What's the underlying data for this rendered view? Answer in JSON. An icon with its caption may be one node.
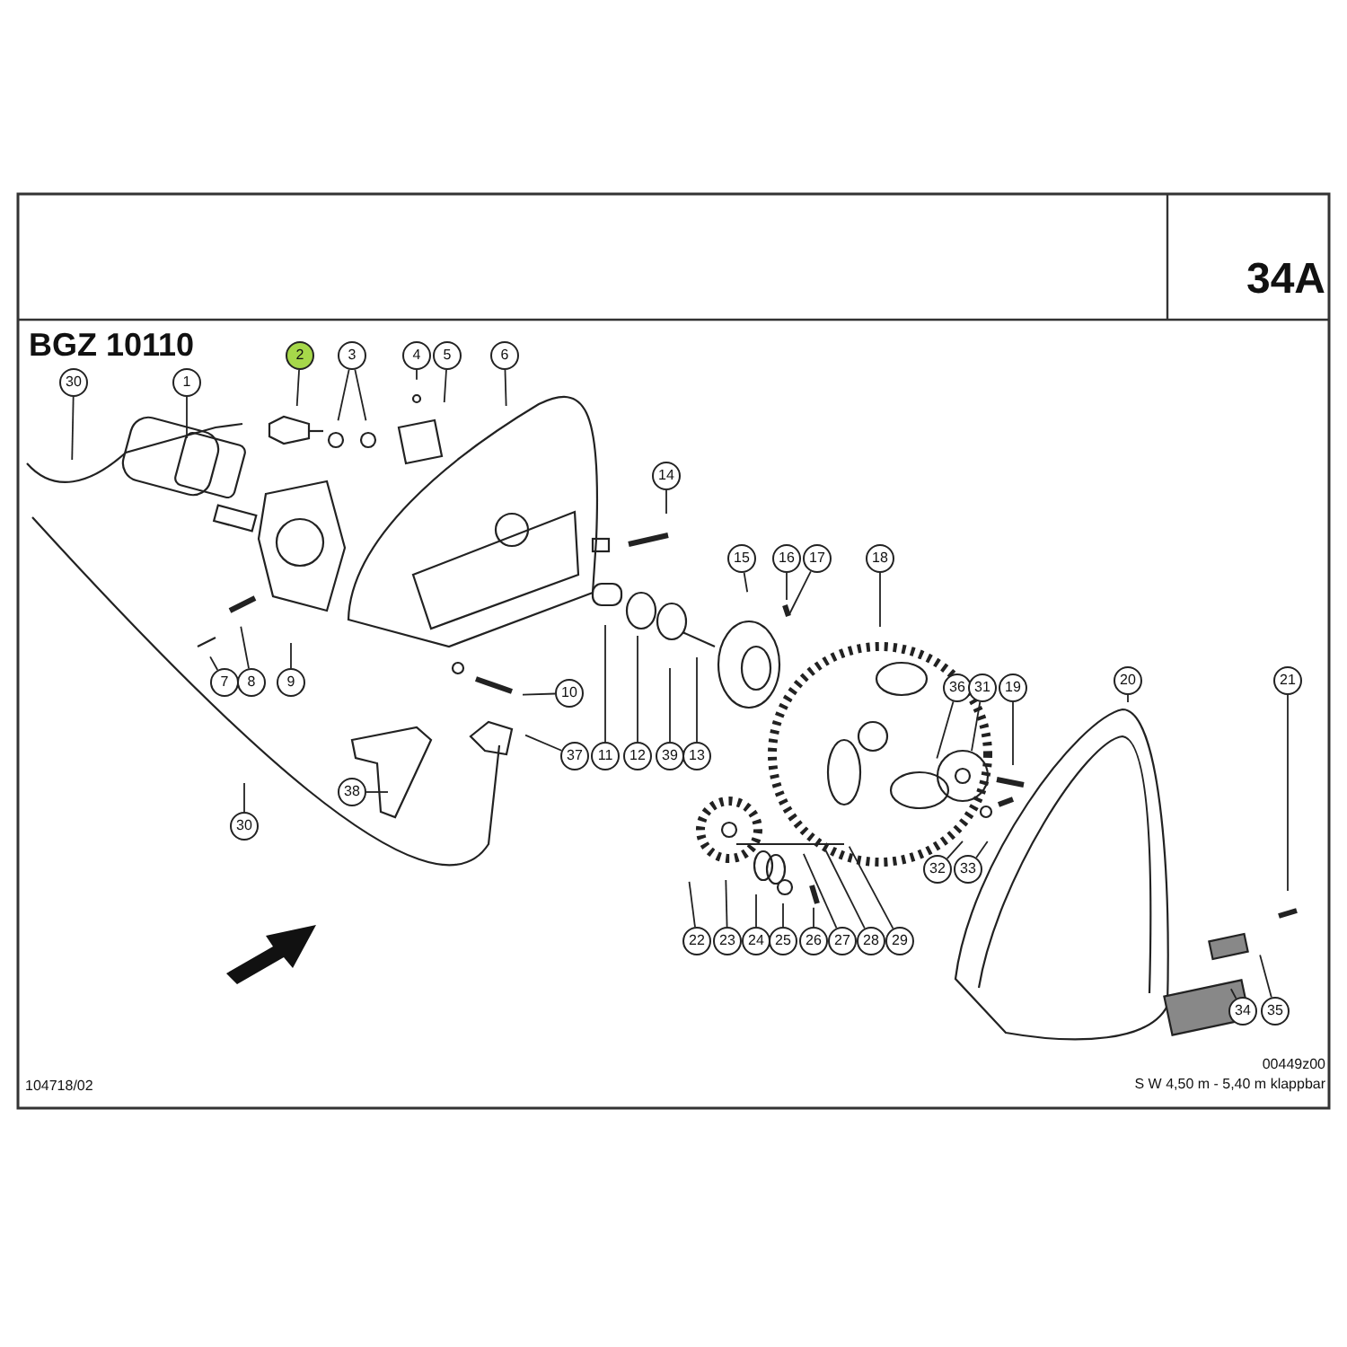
{
  "diagram": {
    "nodes": [
      {
        "text": [
          "2"
        ]
      },
      {
        "text": [
          "3"
        ]
      },
      {
        "text": [
          "4"
        ]
      },
      {
        "text": [
          "5"
        ]
      },
      {
        "text": [
          "6"
        ]
      },
      {
        "text": [
          "30"
        ]
      },
      {
        "text": [
          "1"
        ]
      },
      {
        "text": [
          "14"
        ]
      },
      {
        "text": [
          "15"
        ]
      },
      {
        "text": [
          "16"
        ]
      },
      {
        "text": [
          "17"
        ]
      },
      {
        "text": [
          "18"
        ]
      },
      {
        "text": [
          "7"
        ]
      },
      {
        "text": [
          "8"
        ]
      },
      {
        "text": [
          "9"
        ]
      },
      {
        "text": [
          "20"
        ]
      },
      {
        "text": [
          "21"
        ]
      },
      {
        "text": [
          "10"
        ]
      },
      {
        "text": [
          "36"
        ]
      },
      {
        "text": [
          "31"
        ]
      },
      {
        "text": [
          "19"
        ]
      },
      {
        "text": [
          "37"
        ]
      },
      {
        "text": [
          "11"
        ]
      },
      {
        "text": [
          "12"
        ]
      },
      {
        "text": [
          "39"
        ]
      },
      {
        "text": [
          "13"
        ]
      },
      {
        "text": [
          "38"
        ]
      },
      {
        "text": [
          "30"
        ]
      },
      {
        "text": [
          "32"
        ]
      },
      {
        "text": [
          "33"
        ]
      },
      {
        "text": [
          "22"
        ]
      },
      {
        "text": [
          "23"
        ]
      },
      {
        "text": [
          "24"
        ]
      },
      {
        "text": [
          "25"
        ]
      },
      {
        "text": [
          "26"
        ]
      },
      {
        "text": [
          "27"
        ]
      },
      {
        "text": [
          "28"
        ]
      },
      {
        "text": [
          "29"
        ]
      },
      {
        "text": [
          "34"
        ]
      },
      {
        "text": [
          "35"
        ]
      }
    ],
    "edges": [
      {
        "from": 0,
        "to": null,
        "arrow": "none"
      },
      {
        "from": 1,
        "to": null,
        "arrow": "none"
      },
      {
        "from": 1,
        "to": null,
        "arrow": "none"
      },
      {
        "from": 2,
        "to": null,
        "arrow": "none"
      },
      {
        "from": 3,
        "to": null,
        "arrow": "none"
      },
      {
        "from": 4,
        "to": null,
        "arrow": "none"
      },
      {
        "from": 5,
        "to": null,
        "arrow": "none"
      },
      {
        "from": 6,
        "to": null,
        "arrow": "none"
      },
      {
        "from": 7,
        "to": null,
        "arrow": "none"
      },
      {
        "from": 8,
        "to": null,
        "arrow": "none"
      },
      {
        "from": 9,
        "to": null,
        "arrow": "none"
      },
      {
        "from": 10,
        "to": null,
        "arrow": "none"
      },
      {
        "from": 11,
        "to": null,
        "arrow": "none"
      },
      {
        "from": 12,
        "to": null,
        "arrow": "none"
      },
      {
        "from": 13,
        "to": null,
        "arrow": "none"
      },
      {
        "from": 14,
        "to": null,
        "arrow": "none"
      },
      {
        "from": 15,
        "to": null,
        "arrow": "none"
      },
      {
        "from": 16,
        "to": null,
        "arrow": "none"
      },
      {
        "from": 17,
        "to": null,
        "arrow": "none"
      },
      {
        "from": 18,
        "to": null,
        "arrow": "none"
      },
      {
        "from": 19,
        "to": null,
        "arrow": "none"
      },
      {
        "from": 20,
        "to": null,
        "arrow": "none"
      },
      {
        "from": 21,
        "to": null,
        "arrow": "none"
      },
      {
        "from": 22,
        "to": null,
        "arrow": "none"
      },
      {
        "from": 23,
        "to": null,
        "arrow": "none"
      },
      {
        "from": 24,
        "to": null,
        "arrow": "none"
      },
      {
        "from": 25,
        "to": null,
        "arrow": "none"
      },
      {
        "from": 26,
        "to": null,
        "arrow": "none"
      },
      {
        "from": 27,
        "to": null,
        "arrow": "none"
      },
      {
        "from": 28,
        "to": null,
        "arrow": "none"
      },
      {
        "from": 29,
        "to": null,
        "arrow": "none"
      },
      {
        "from": 30,
        "to": null,
        "arrow": "none"
      },
      {
        "from": 31,
        "to": null,
        "arrow": "none"
      },
      {
        "from": 32,
        "to": null,
        "arrow": "none"
      },
      {
        "from": 33,
        "to": null,
        "arrow": "none"
      },
      {
        "from": 34,
        "to": null,
        "arrow": "none"
      },
      {
        "from": 35,
        "to": null,
        "arrow": "none"
      },
      {
        "from": 36,
        "to": null,
        "arrow": "none"
      },
      {
        "from": 37,
        "to": null,
        "arrow": "none"
      },
      {
        "from": 38,
        "to": null,
        "arrow": "none"
      },
      {
        "from": 39,
        "to": null,
        "arrow": "none"
      }
    ],
    "labels": [
      "34A",
      "BGZ 10110",
      "104718/02",
      "00449z00",
      "S W 4,50 m - 5,40 m klappbar"
    ]
  }
}
